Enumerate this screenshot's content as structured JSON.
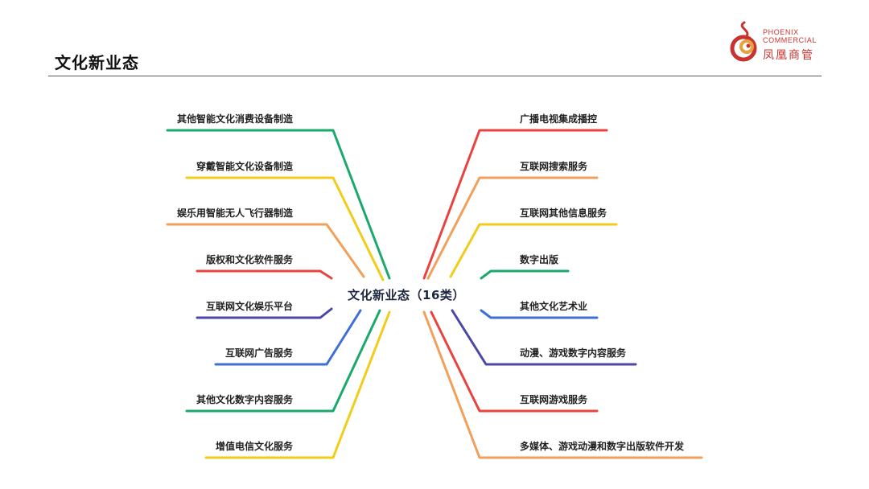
{
  "header": {
    "title": "文化新业态"
  },
  "logo": {
    "line1": "PHOENIX",
    "line2": "COMMERCIAL",
    "cn": "凤凰商管"
  },
  "center": {
    "label": "文化新业态（16类）"
  },
  "colors": {
    "green": "#1aa86b",
    "yellow": "#f2cc1a",
    "orange": "#f0a05a",
    "red": "#e8433f",
    "purple": "#4a47a8",
    "blue": "#3d6fd8"
  },
  "left_items": [
    {
      "label": "其他智能文化消费设备制造",
      "color": "green"
    },
    {
      "label": "穿戴智能文化设备制造",
      "color": "yellow"
    },
    {
      "label": "娱乐用智能无人飞行器制造",
      "color": "orange"
    },
    {
      "label": "版权和文化软件服务",
      "color": "red"
    },
    {
      "label": "互联网文化娱乐平台",
      "color": "purple"
    },
    {
      "label": "互联网广告服务",
      "color": "blue"
    },
    {
      "label": "其他文化数字内容服务",
      "color": "green"
    },
    {
      "label": "增值电信文化服务",
      "color": "yellow"
    }
  ],
  "right_items": [
    {
      "label": "广播电视集成播控",
      "color": "red"
    },
    {
      "label": "互联网搜索服务",
      "color": "orange"
    },
    {
      "label": "互联网其他信息服务",
      "color": "yellow"
    },
    {
      "label": "数字出版",
      "color": "green"
    },
    {
      "label": "其他文化艺术业",
      "color": "blue"
    },
    {
      "label": "动漫、游戏数字内容服务",
      "color": "purple"
    },
    {
      "label": "互联网游戏服务",
      "color": "red"
    },
    {
      "label": "多媒体、游戏动漫和数字出版软件开发",
      "color": "orange"
    }
  ]
}
